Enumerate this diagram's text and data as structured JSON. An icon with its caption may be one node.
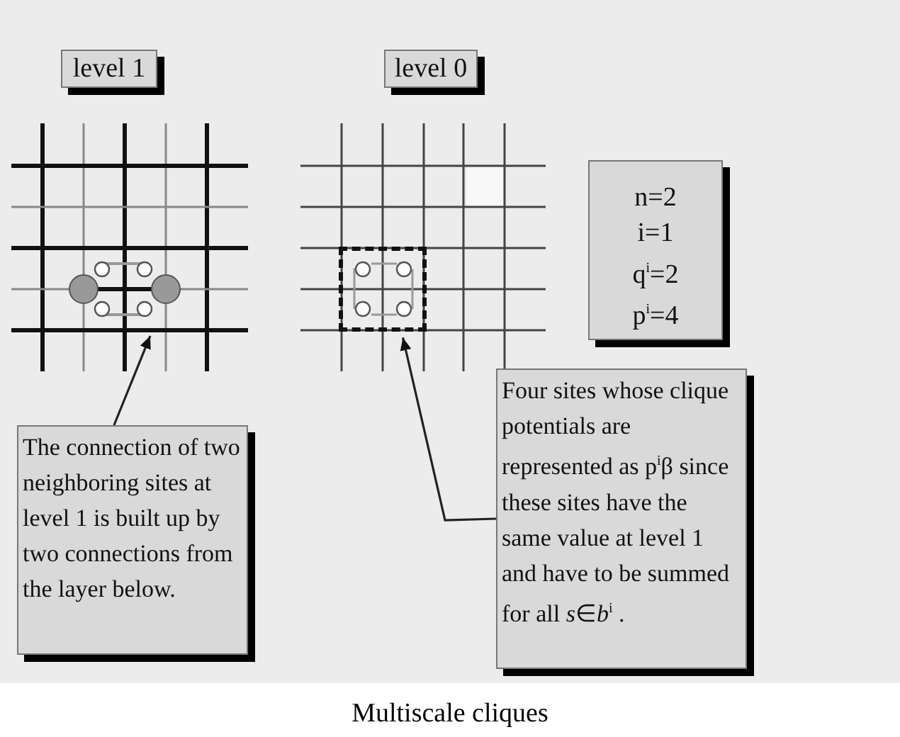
{
  "diagram": {
    "caption": "Multiscale cliques",
    "nodes": [
      {
        "text": [
          "level 1"
        ]
      },
      {
        "text": [
          "level 0"
        ]
      },
      {
        "text": [
          "n=2",
          "i=1",
          "q$^{i}$=2",
          "p$^{i}$=4"
        ]
      },
      {
        "text": [
          "The connection of two neighboring sites at level 1 is built up by two connections from the layer below."
        ]
      },
      {
        "text": [
          "Four sites whose clique potentials are represented as p$^{i}$β since these sites have the same value at level 1 and have to be summed for all *s*∈*b*$^{i}$ ."
        ]
      },
      {
        "text": [],
        "shape": "box"
      }
    ],
    "edges": [
      {
        "from": 3,
        "to": null,
        "arrow": "to"
      },
      {
        "from": 4,
        "to": 5,
        "arrow": "to"
      }
    ]
  }
}
